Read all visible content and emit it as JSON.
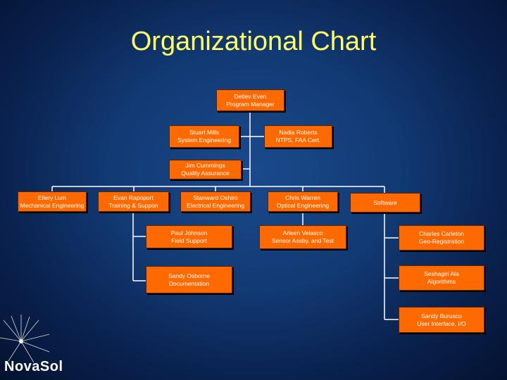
{
  "slide": {
    "title": "Organizational Chart",
    "logo": "NovaSol"
  },
  "org": {
    "manager": {
      "name": "Detlev Even",
      "role": "Program Manager"
    },
    "staff_left": {
      "name": "Stuart Mills",
      "role": "System Engineering"
    },
    "staff_right": {
      "name": "Nadia Roberts",
      "role": "NTPS, FAA Cert."
    },
    "qa": {
      "name": "Jim Cummings",
      "role": "Quality Assurance"
    },
    "departments": [
      {
        "name": "Ellery Lum",
        "role": "Mechanical Engineering"
      },
      {
        "name": "Evan Rapoport",
        "role": "Training & Suppon"
      },
      {
        "name": "Stanward Oshiro",
        "role": "Electrical Engineering"
      },
      {
        "name": "Chris Warren",
        "role": "Optical Engineering"
      },
      {
        "name": "Software",
        "role": ""
      }
    ],
    "electrical_reports": [
      {
        "name": "Paul Johnson",
        "role": "Field Support"
      },
      {
        "name": "Sandy Osborne",
        "role": "Documentation"
      }
    ],
    "optical_reports": [
      {
        "name": "Arleen Velasco",
        "role": "Sensor Assby. and Test"
      }
    ],
    "software_reports": [
      {
        "name": "Charles Carleton",
        "role": "Geo-Registration"
      },
      {
        "name": "Seshagiri Ala",
        "role": "Algorithms"
      },
      {
        "name": "Sandy Burusco",
        "role": "User Interface, I/O"
      }
    ]
  },
  "colors": {
    "box_fill": "#ff6a00",
    "title_color": "#ffff66",
    "connector": "#ffffff"
  }
}
